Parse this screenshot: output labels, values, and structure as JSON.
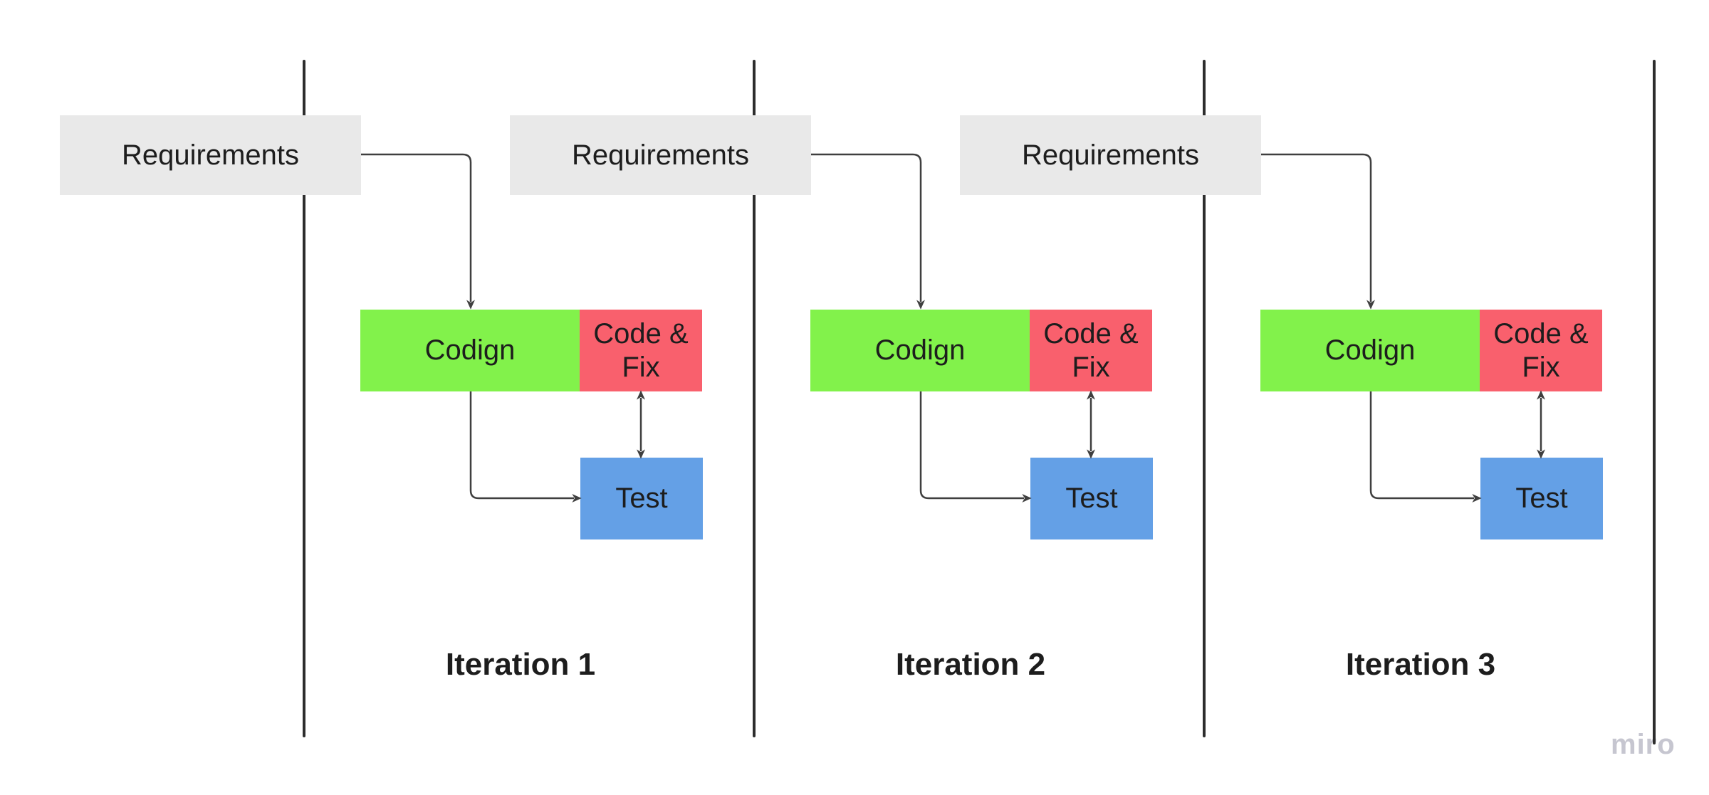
{
  "watermark": {
    "label": "miro"
  },
  "colors": {
    "requirements_fill": "#e9e9e9",
    "coding_fill": "#82f24b",
    "code_fix_fill": "#f9606d",
    "test_fill": "#64a0e6",
    "connector": "#3f3f3f",
    "divider": "#2d2d2d",
    "text": "#1d1d1d",
    "watermark": "#c6c6d0"
  },
  "iterations": [
    {
      "label": "Iteration 1",
      "boxes": {
        "requirements": "Requirements",
        "coding": "Codign",
        "code_fix": "Code & Fix",
        "test": "Test"
      }
    },
    {
      "label": "Iteration 2",
      "boxes": {
        "requirements": "Requirements",
        "coding": "Codign",
        "code_fix": "Code & Fix",
        "test": "Test"
      }
    },
    {
      "label": "Iteration 3",
      "boxes": {
        "requirements": "Requirements",
        "coding": "Codign",
        "code_fix": "Code & Fix",
        "test": "Test"
      }
    }
  ]
}
